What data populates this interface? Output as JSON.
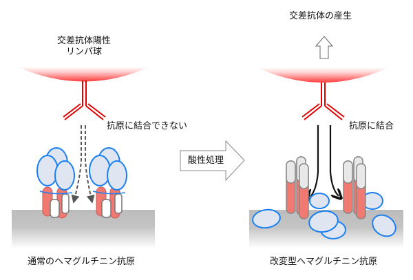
{
  "left_panel": {
    "lymphocyte_label_line1": "交差抗体陽性",
    "lymphocyte_label_line2": "リンパ球",
    "antibody_status": "抗原に結合できない",
    "antigen_caption": "通常のヘマグルチニン抗原"
  },
  "process": {
    "label": "酸性処理"
  },
  "right_panel": {
    "output_label": "交差抗体の産生",
    "antibody_status": "抗原に結合",
    "antigen_caption": "改変型ヘマグルチニン抗原"
  },
  "colors": {
    "cell_red": "#ff3b3b",
    "antibody_red": "#e00000",
    "stalk_red": "#f07a72",
    "head_fill": "#dfe6f2",
    "head_stroke": "#1a7ff0",
    "membrane_gray": "#bdbdbd"
  }
}
